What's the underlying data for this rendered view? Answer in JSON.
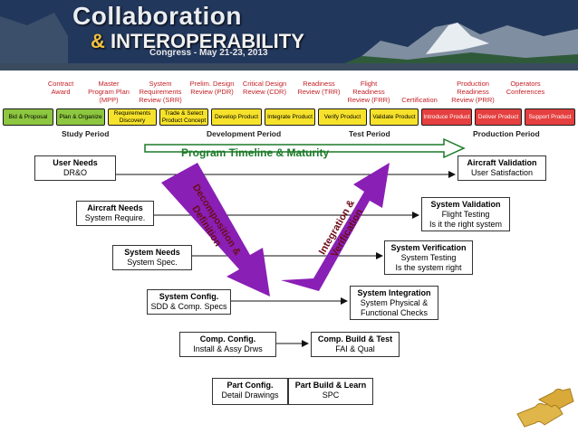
{
  "banner": {
    "title_line1": "Collaboration",
    "title_amp": "&",
    "title_line2": " INTEROPERABILITY",
    "subtitle": "Congress - May 21-23, 2013"
  },
  "milestones": [
    {
      "text": "Contract Award"
    },
    {
      "text": "Master Program Plan (MPP)"
    },
    {
      "text": "System Requirements Review (SRR)"
    },
    {
      "text": "Prelim. Design Review (PDR)"
    },
    {
      "text": "Critical Design Review (CDR)"
    },
    {
      "text": "Readiness Review (TRR)"
    },
    {
      "text": "Flight Readiness Review (FRR)"
    },
    {
      "text": "Certification"
    },
    {
      "text": "Production Readiness Review (PRR)"
    },
    {
      "text": "Operators Conferences"
    }
  ],
  "phases": [
    {
      "text": "Bid & Proposal",
      "color": "green"
    },
    {
      "text": "Plan & Organize",
      "color": "green"
    },
    {
      "text": "Requirements Discovery",
      "color": "yellow"
    },
    {
      "text": "Trade & Select Product Concept",
      "color": "yellow"
    },
    {
      "text": "Develop Product",
      "color": "yellow"
    },
    {
      "text": "Integrate Product",
      "color": "yellow"
    },
    {
      "text": "Verify Product",
      "color": "yellow"
    },
    {
      "text": "Validate Product",
      "color": "yellow"
    },
    {
      "text": "Introduce Product",
      "color": "red"
    },
    {
      "text": "Deliver Product",
      "color": "red"
    },
    {
      "text": "Support Product",
      "color": "red"
    }
  ],
  "periods": {
    "study": "Study Period",
    "development": "Development Period",
    "test": "Test Period",
    "production": "Production Period"
  },
  "timeline_title": "Program Timeline & Maturity",
  "arrows": {
    "decomposition": "Decomposition & Definition",
    "integration": "Integration & Verification"
  },
  "left_boxes": [
    {
      "head": "User Needs",
      "sub": "DR&O"
    },
    {
      "head": "Aircraft Needs",
      "sub": "System Require."
    },
    {
      "head": "System Needs",
      "sub": "System Spec."
    },
    {
      "head": "System Config.",
      "sub": "SDD & Comp. Specs"
    },
    {
      "head": "Comp. Config.",
      "sub": "Install & Assy Drws"
    },
    {
      "head": "Part Config.",
      "sub": "Detail Drawings"
    }
  ],
  "right_boxes": [
    {
      "head": "Aircraft Validation",
      "sub": "User Satisfaction"
    },
    {
      "head": "System Validation",
      "sub": "Flight Testing",
      "sub2": "Is it the right system"
    },
    {
      "head": "System Verification",
      "sub": "System Testing",
      "sub2": "Is the system right"
    },
    {
      "head": "System Integration",
      "sub": "System Physical &",
      "sub2": "Functional Checks"
    },
    {
      "head": "Comp. Build & Test",
      "sub": "FAI & Qual"
    },
    {
      "head": "Part Build & Learn",
      "sub": "SPC"
    }
  ],
  "colors": {
    "banner": "#1d2f4f",
    "milestone_text": "#c41e24",
    "study_phase": "#8dc63f",
    "development_phase": "#f7e22b",
    "production_phase": "#e53f3f",
    "v_arrows": "#8a1fb5",
    "timeline_arrow": "#1b7a28"
  }
}
